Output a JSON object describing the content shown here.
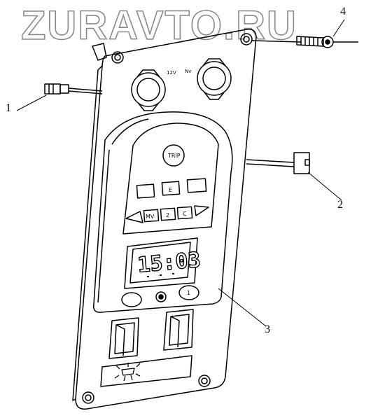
{
  "watermark": "ZURAVTO.RU",
  "callouts": {
    "part_1": "1",
    "part_2": "2",
    "part_3": "3",
    "part_4": "4"
  },
  "sockets": {
    "left_label": "12V",
    "right_label": "Nv"
  },
  "panel": {
    "round_button_label": "TRIP",
    "center_key_label": "E",
    "arrow_row_labels": [
      "MV",
      "2",
      "C"
    ],
    "clock_time": "15:03",
    "right_small_button_label": "1"
  },
  "colors": {
    "line": "#000000",
    "watermark_outline": "#8a8a8a",
    "background": "#ffffff"
  }
}
